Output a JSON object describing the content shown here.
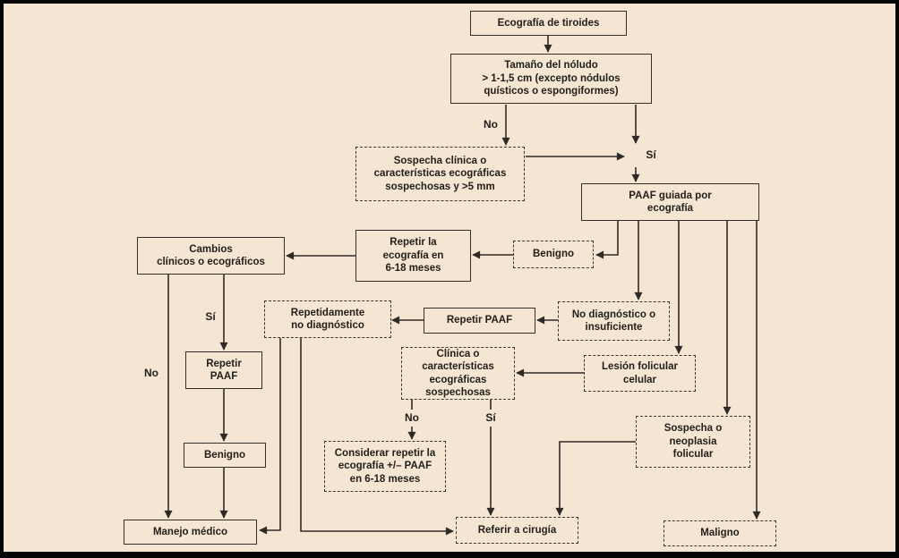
{
  "figure": {
    "type": "flowchart",
    "language": "es",
    "topic": "Algoritmo de manejo del nódulo tiroideo mediante ecografía y PAAF",
    "background_color": "#f5e5d3",
    "line_color": "#33302b",
    "frame_color": "#050505"
  },
  "nodes": [
    {
      "id": "ecografia_tiroides",
      "style": "solid",
      "text": "Ecografía de tiroides"
    },
    {
      "id": "tamano_nodulo",
      "style": "solid",
      "text": "Tamaño del nóludo\n> 1-1,5 cm (excepto nódulos\nquísticos o espongiformes)"
    },
    {
      "id": "sospecha_clinica",
      "style": "dashed",
      "text": "Sospecha clínica o\ncaracterísticas ecográficas\nsospechosas y >5 mm"
    },
    {
      "id": "paaf_guiada",
      "style": "solid",
      "text": "PAAF guiada por\necografía"
    },
    {
      "id": "cambios_clinicos",
      "style": "solid",
      "text": "Cambios\nclínicos o ecográficos"
    },
    {
      "id": "repetir_ecografia",
      "style": "solid",
      "text": "Repetir la\necografía en\n6-18 meses"
    },
    {
      "id": "benigno_seguimiento",
      "style": "dashed",
      "text": "Benigno"
    },
    {
      "id": "repetidamente_no_dx",
      "style": "dashed",
      "text": "Repetidamente\nno diagnóstico"
    },
    {
      "id": "repetir_paaf",
      "style": "solid",
      "text": "Repetir PAAF"
    },
    {
      "id": "no_diagnostico",
      "style": "dashed",
      "text": "No diagnóstico o\ninsuficiente"
    },
    {
      "id": "clinica_sospechosa",
      "style": "dashed",
      "text": "Clínica o\ncaracterísticas\necográficas\nsospechosas"
    },
    {
      "id": "lesion_folicular",
      "style": "dashed",
      "text": "Lesión folicular\ncelular"
    },
    {
      "id": "repetir_paaf_2",
      "style": "solid",
      "text": "Repetir\nPAAF"
    },
    {
      "id": "sospecha_neoplasia",
      "style": "dashed",
      "text": "Sospecha o\nneoplasia\nfolicular"
    },
    {
      "id": "considerar_repetir",
      "style": "dashed",
      "text": "Considerar repetir la\necografía +/– PAAF\nen 6-18 meses"
    },
    {
      "id": "benigno_final",
      "style": "solid",
      "text": "Benigno"
    },
    {
      "id": "manejo_medico",
      "style": "solid",
      "text": "Manejo médico"
    },
    {
      "id": "referir_cirugia",
      "style": "dashed",
      "text": "Referir a cirugía"
    },
    {
      "id": "maligno",
      "style": "dashed",
      "text": "Maligno"
    }
  ],
  "edge_labels": [
    {
      "id": "no_tamano",
      "text": "No"
    },
    {
      "id": "si_tamano",
      "text": "Sí"
    },
    {
      "id": "si_cambios",
      "text": "Sí"
    },
    {
      "id": "no_cambios",
      "text": "No"
    },
    {
      "id": "no_clinica",
      "text": "No"
    },
    {
      "id": "si_clinica",
      "text": "Sí"
    }
  ]
}
